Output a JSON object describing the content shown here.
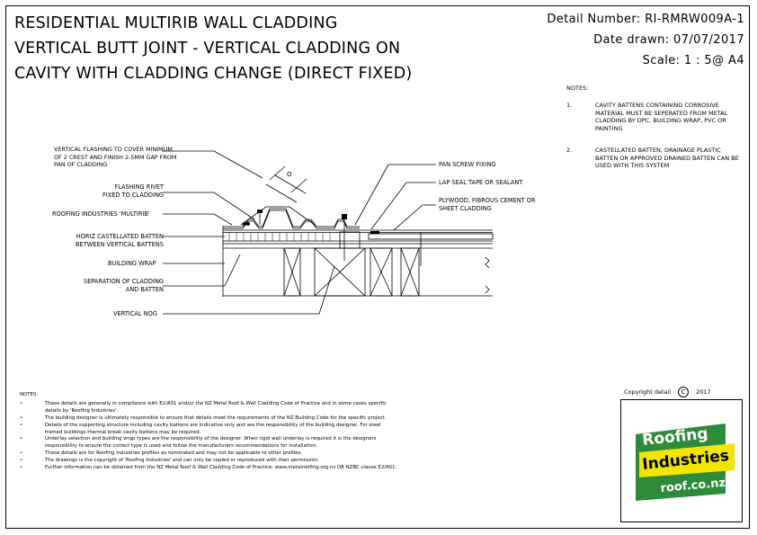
{
  "title": {
    "line1": "RESIDENTIAL MULTIRIB WALL CLADDING",
    "line2": "VERTICAL BUTT JOINT - VERTICAL CLADDING ON",
    "line3": "CAVITY WITH CLADDING CHANGE (DIRECT FIXED)"
  },
  "meta": {
    "detail_number": "Detail Number:  RI-RMRW009A-1",
    "date_drawn": "Date drawn:  07/07/2017",
    "scale": "Scale:   1 : 5@ A4"
  },
  "notes_right": {
    "heading": "NOTES:",
    "items": [
      {
        "num": "1.",
        "text": "CAVITY BATTENS CONTAINING CORROSIVE MATERIAL MUST BE SEPERATED FROM METAL CLADDING BY DPC, BUILDING WRAP, PVC OR PAINTING"
      },
      {
        "num": "2.",
        "text": "CASTELLATED BATTEN, DRAINAGE PLASTIC BATTEN OR APPROVED DRAINED BATTEN CAN BE USED WITH THIS SYSTEM"
      }
    ]
  },
  "labels": {
    "flashing": "VERTICAL FLASHING TO COVER MINIMUM OF 2 CREST AND FINISH 2-5mm GAP FROM PAN OF CLADDING",
    "rivet": "FLASHING RIVET FIXED TO CLADDING",
    "multirib": "ROOFING INDUSTRIES 'MULTIRIB'",
    "castellated": "HORIZ CASTELLATED BATTEN BETWEEN VERTICAL BATTENS",
    "wrap": "BUILDING WRAP",
    "separation": "SEPARATION OF CLADDING AND BATTEN",
    "nog": "VERTICAL NOG",
    "pan_screw": "PAN SCREW FIXING",
    "lap_seal": "LAP SEAL TAPE OR SEALANT",
    "plywood": "PLYWOOD, FIBROUS CEMENT OR SHEET CLADDING",
    "dim_o": "O"
  },
  "bottom_notes": {
    "heading": "NOTES:",
    "items": [
      "These details are generally in compliance with E2/AS1 and/or the NZ Metal Roof & Wall Cladding Code of Practice and in some cases specific details by 'Roofing Industries'.",
      "The building designer is ultimately responsible to ensure that details meet the requirements of the NZ Building Code for the specific project.",
      "Details of the supporting structure including cavity battens are indicative only and are the responsibility of the building designer. For steel framed buildings thermal break cavity battens may be required.",
      "Underlay selection and building wrap types are the responsibility of the designer. When rigid wall underlay is required it is the designers responsibility to ensure the correct type is used and follow the manufacturers recommendations for installation.",
      "These details are for Roofing Industries profiles as nominated and may not be applicable to other profiles.",
      "The drawings is the copyright of 'Roofing Industries' and can only be copied or reproduced with their permission.",
      "Further information can be obtained from the NZ Metal Roof & Wall Cladding Code of Practice: www.metalroofing.org.nz OR NZBC clause E2/AS1."
    ]
  },
  "copyright": {
    "left": "Copyright detail",
    "symbol": "C",
    "year": "2017"
  },
  "logo": {
    "word1": "Roofing",
    "word2": "Industries",
    "url": "roof.co.nz",
    "green": "#2e8b3a",
    "yellow": "#f2e600"
  }
}
